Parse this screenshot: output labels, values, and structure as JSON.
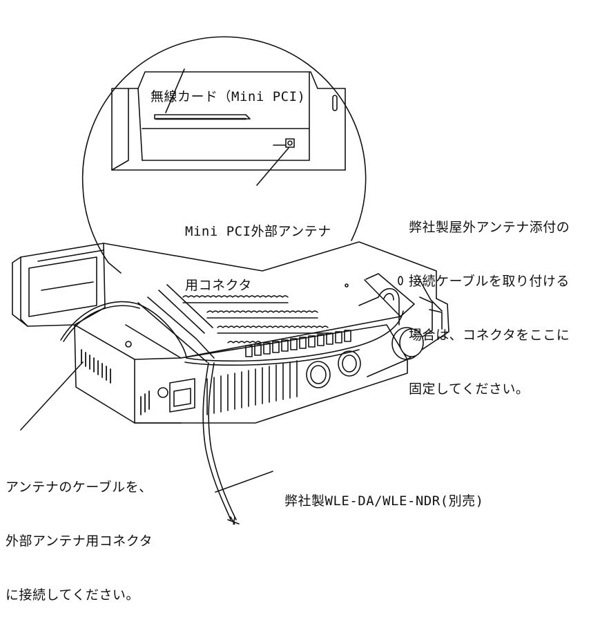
{
  "header_fragment": "",
  "labels": {
    "wireless_card": "無線カード（Mini PCI)",
    "connector": [
      "Mini PCI外部アンテナ",
      "用コネクタ"
    ],
    "outdoor_antenna": [
      "弊社製屋外アンテナ添付の",
      "接続ケーブルを取り付ける",
      "場合は、コネクタをここに",
      "固定してください。"
    ],
    "antenna_cable": [
      "アンテナのケーブルを、",
      "外部アンテナ用コネクタ",
      "に接続してください。"
    ],
    "product": "弊社製WLE-DA/WLE-NDR(別売)"
  }
}
